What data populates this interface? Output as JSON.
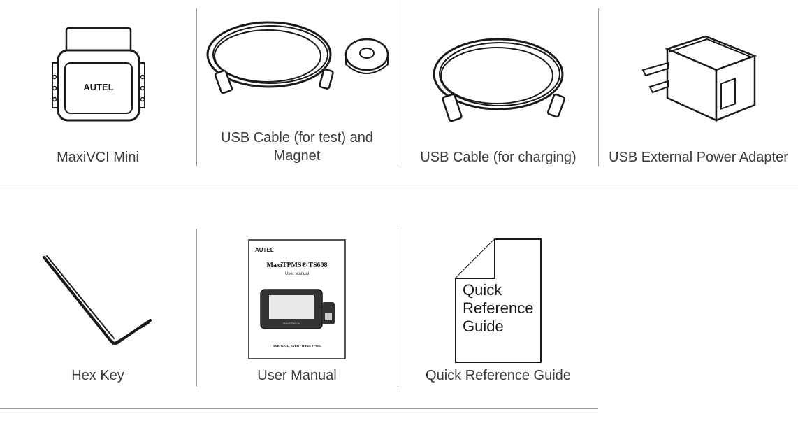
{
  "row1": [
    {
      "caption": "MaxiVCI Mini",
      "device_brand": "AUTEL"
    },
    {
      "caption": "USB Cable (for test) and Magnet"
    },
    {
      "caption": "USB Cable (for charging)"
    },
    {
      "caption": "USB External Power Adapter"
    }
  ],
  "row2": [
    {
      "caption": "Hex Key"
    },
    {
      "caption": "User Manual",
      "brand": "AUTEL",
      "title": "MaxiTPMS® TS608",
      "subtitle": "User Manual",
      "device_screen": "MaxiTPMS ts",
      "tagline": "ONE TOOL, EVERYTHING TPMS."
    },
    {
      "caption": "Quick Reference Guide",
      "doc_line1": "Quick",
      "doc_line2": "Reference",
      "doc_line3": "Guide"
    }
  ]
}
